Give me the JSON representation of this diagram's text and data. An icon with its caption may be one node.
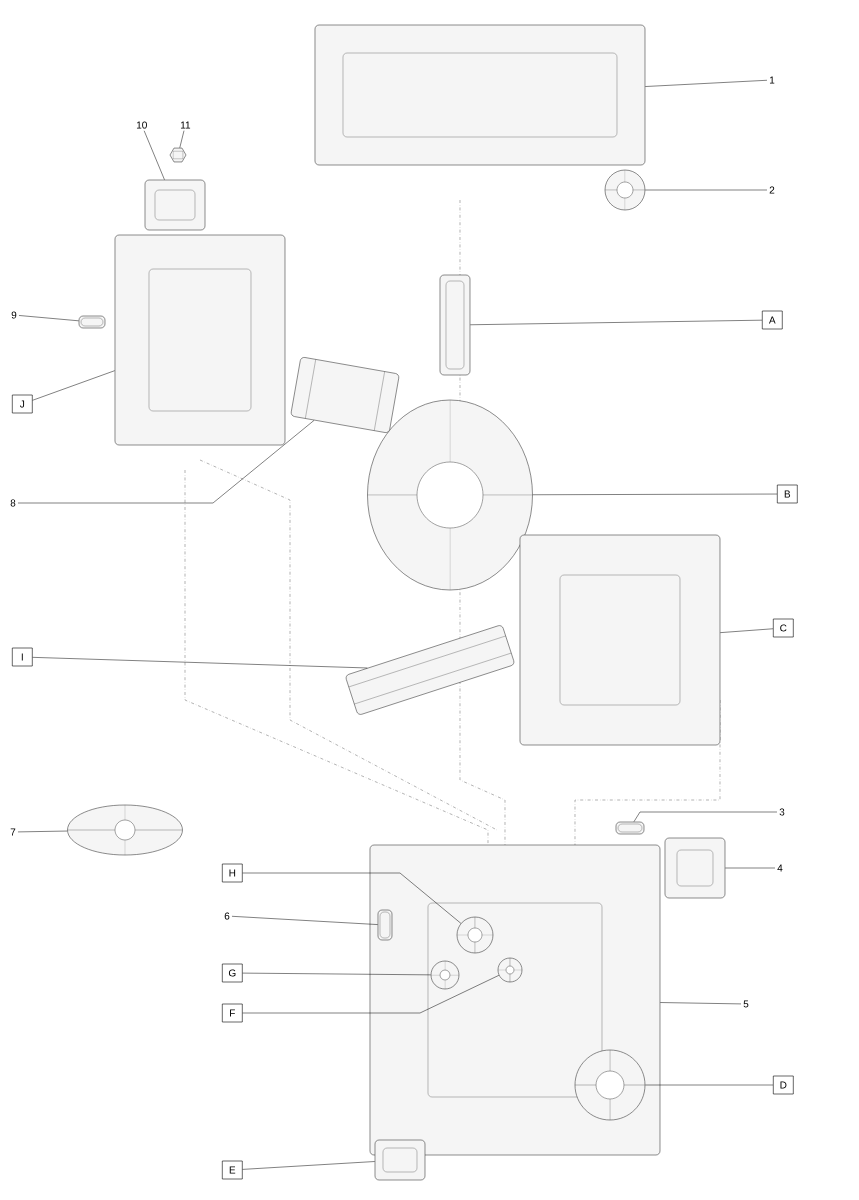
{
  "diagram": {
    "nodes": [
      {
        "text": [
          "10"
        ]
      },
      {
        "text": [
          "11"
        ]
      },
      {
        "text": [
          "1"
        ]
      },
      {
        "text": [
          "2"
        ]
      },
      {
        "text": [
          "9"
        ]
      },
      {
        "text": [
          "A"
        ]
      },
      {
        "text": [
          "J"
        ]
      },
      {
        "text": [
          "B"
        ]
      },
      {
        "text": [
          "8"
        ]
      },
      {
        "text": [
          "C"
        ]
      },
      {
        "text": [
          "I"
        ]
      },
      {
        "text": [
          "7"
        ]
      },
      {
        "text": [
          "3"
        ]
      },
      {
        "text": [
          "H"
        ]
      },
      {
        "text": [
          "4"
        ]
      },
      {
        "text": [
          "6"
        ]
      },
      {
        "text": [
          "G"
        ]
      },
      {
        "text": [
          "F"
        ]
      },
      {
        "text": [
          "5"
        ]
      },
      {
        "text": [
          "D"
        ]
      },
      {
        "text": [
          "E"
        ]
      },
      {
        "text": [],
        "shape": "picture"
      },
      {
        "text": [],
        "shape": "picture"
      },
      {
        "text": [],
        "shape": "picture"
      },
      {
        "text": [],
        "shape": "picture"
      },
      {
        "text": [],
        "shape": "picture"
      },
      {
        "text": [],
        "shape": "picture"
      },
      {
        "text": [],
        "shape": "picture"
      },
      {
        "text": [],
        "shape": "picture"
      },
      {
        "text": [],
        "shape": "picture"
      },
      {
        "text": [],
        "shape": "picture"
      },
      {
        "text": [],
        "shape": "picture"
      },
      {
        "text": [],
        "shape": "picture"
      },
      {
        "text": [],
        "shape": "picture"
      },
      {
        "text": [],
        "shape": "picture"
      },
      {
        "text": [],
        "shape": "picture"
      },
      {
        "text": [],
        "shape": "picture",
        "in": 35
      },
      {
        "text": [],
        "shape": "picture",
        "in": 35
      },
      {
        "text": [],
        "shape": "picture",
        "in": 35
      },
      {
        "text": [],
        "shape": "picture",
        "in": 35
      },
      {
        "text": [],
        "shape": "picture",
        "in": 35
      },
      {
        "text": [],
        "shape": "picture"
      }
    ],
    "edges": [
      {
        "from": 0,
        "to": 24,
        "arrow": "none"
      },
      {
        "from": 1,
        "to": 22,
        "arrow": "none"
      },
      {
        "from": 2,
        "to": 21,
        "arrow": "none"
      },
      {
        "from": 3,
        "to": 23,
        "arrow": "none"
      },
      {
        "from": 4,
        "to": 25,
        "arrow": "none"
      },
      {
        "from": 5,
        "to": 26,
        "arrow": "none"
      },
      {
        "from": 6,
        "to": 27,
        "arrow": "none"
      },
      {
        "from": 7,
        "to": 29,
        "arrow": "none"
      },
      {
        "from": 8,
        "to": 28,
        "arrow": "none"
      },
      {
        "from": 9,
        "to": 30,
        "arrow": "none"
      },
      {
        "from": 10,
        "to": 31,
        "arrow": "none"
      },
      {
        "from": 11,
        "to": 32,
        "arrow": "none"
      },
      {
        "from": 12,
        "to": 33,
        "arrow": "none"
      },
      {
        "from": 13,
        "to": 37,
        "arrow": "none"
      },
      {
        "from": 14,
        "to": 34,
        "arrow": "none"
      },
      {
        "from": 15,
        "to": 36,
        "arrow": "none"
      },
      {
        "from": 16,
        "to": 38,
        "arrow": "none"
      },
      {
        "from": 17,
        "to": 39,
        "arrow": "none"
      },
      {
        "from": 18,
        "to": 35,
        "arrow": "none"
      },
      {
        "from": 19,
        "to": 40,
        "arrow": "none"
      },
      {
        "from": 20,
        "to": 41,
        "arrow": "none"
      }
    ]
  }
}
